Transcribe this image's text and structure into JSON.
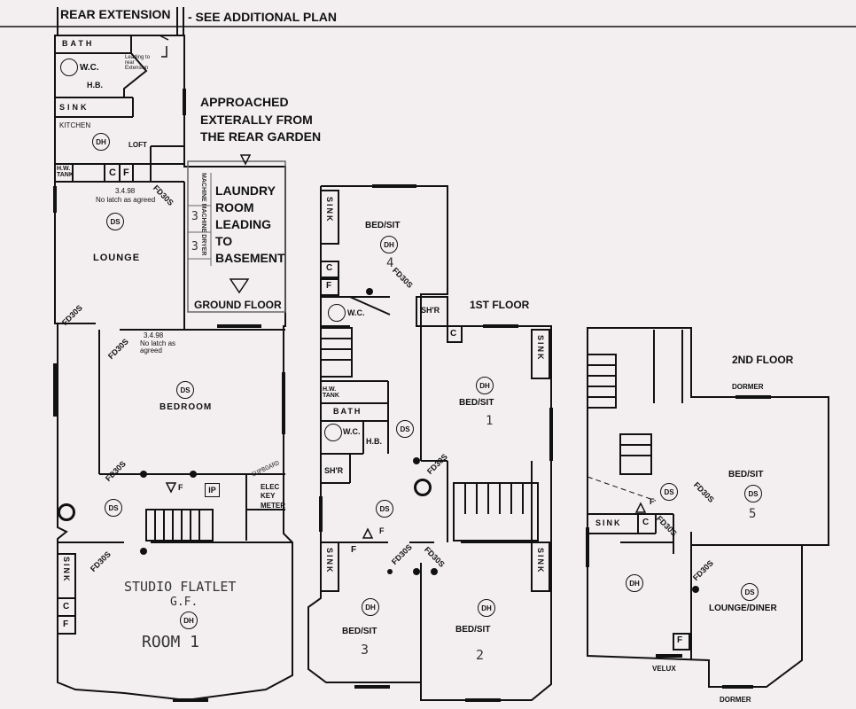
{
  "header": {
    "rear_extension": "REAR EXTENSION",
    "see_plan": "- SEE ADDITIONAL PLAN"
  },
  "ground_floor": {
    "bath": "BATH",
    "wc": "W.C.",
    "hb": "H.B.",
    "sink": "SINK",
    "kitchen": "KITCHEN",
    "loft": "LOFT",
    "leading_note": "Leading to rear Extension",
    "hw_tank": "H.W. TANK",
    "c": "C",
    "f": "F",
    "note_date_1": "3.4.98",
    "note_latch_1": "No latch as agreed",
    "fd30s": "FD30S",
    "lounge": "LOUNGE",
    "approach_note": "APPROACHED EXTERALLY FROM THE REAR GARDEN",
    "laundry": "LAUNDRY ROOM LEADING TO BASEMENT",
    "ground_floor_label": "GROUND FLOOR",
    "note_date_2": "3.4.98",
    "note_latch_2": "No latch as agreed",
    "bedroom": "BEDROOM",
    "ip": "IP",
    "elec_key_meter": "ELEC KEY METER",
    "cupboard": "CUPBOARD",
    "studio_flatlet": "STUDIO FLATLET",
    "gf": "G.F.",
    "room1": "ROOM 1",
    "sink2": "SINK",
    "machine1": "MACHINE MACHINE DRYER",
    "three": "3"
  },
  "first_floor": {
    "first_floor_label": "1ST FLOOR",
    "sink": "SINK",
    "bed_sit": "BED/SIT",
    "num4": "4",
    "c": "C",
    "f": "F",
    "wc": "W.C.",
    "shr": "SH'R",
    "hw_tank": "H.W. TANK",
    "bath": "BATH",
    "hb": "H.B.",
    "num1": "1",
    "num3": "3",
    "num2": "2"
  },
  "second_floor": {
    "second_floor_label": "2ND FLOOR",
    "dormer": "DORMER",
    "bed_sit": "BED/SIT",
    "num5": "5",
    "sink": "SINK",
    "c": "C",
    "lounge_diner": "LOUNGE/DINER",
    "f": "F",
    "velux": "VELUX"
  },
  "symbols": {
    "dh": "DH",
    "ds": "DS",
    "fire": "F"
  }
}
